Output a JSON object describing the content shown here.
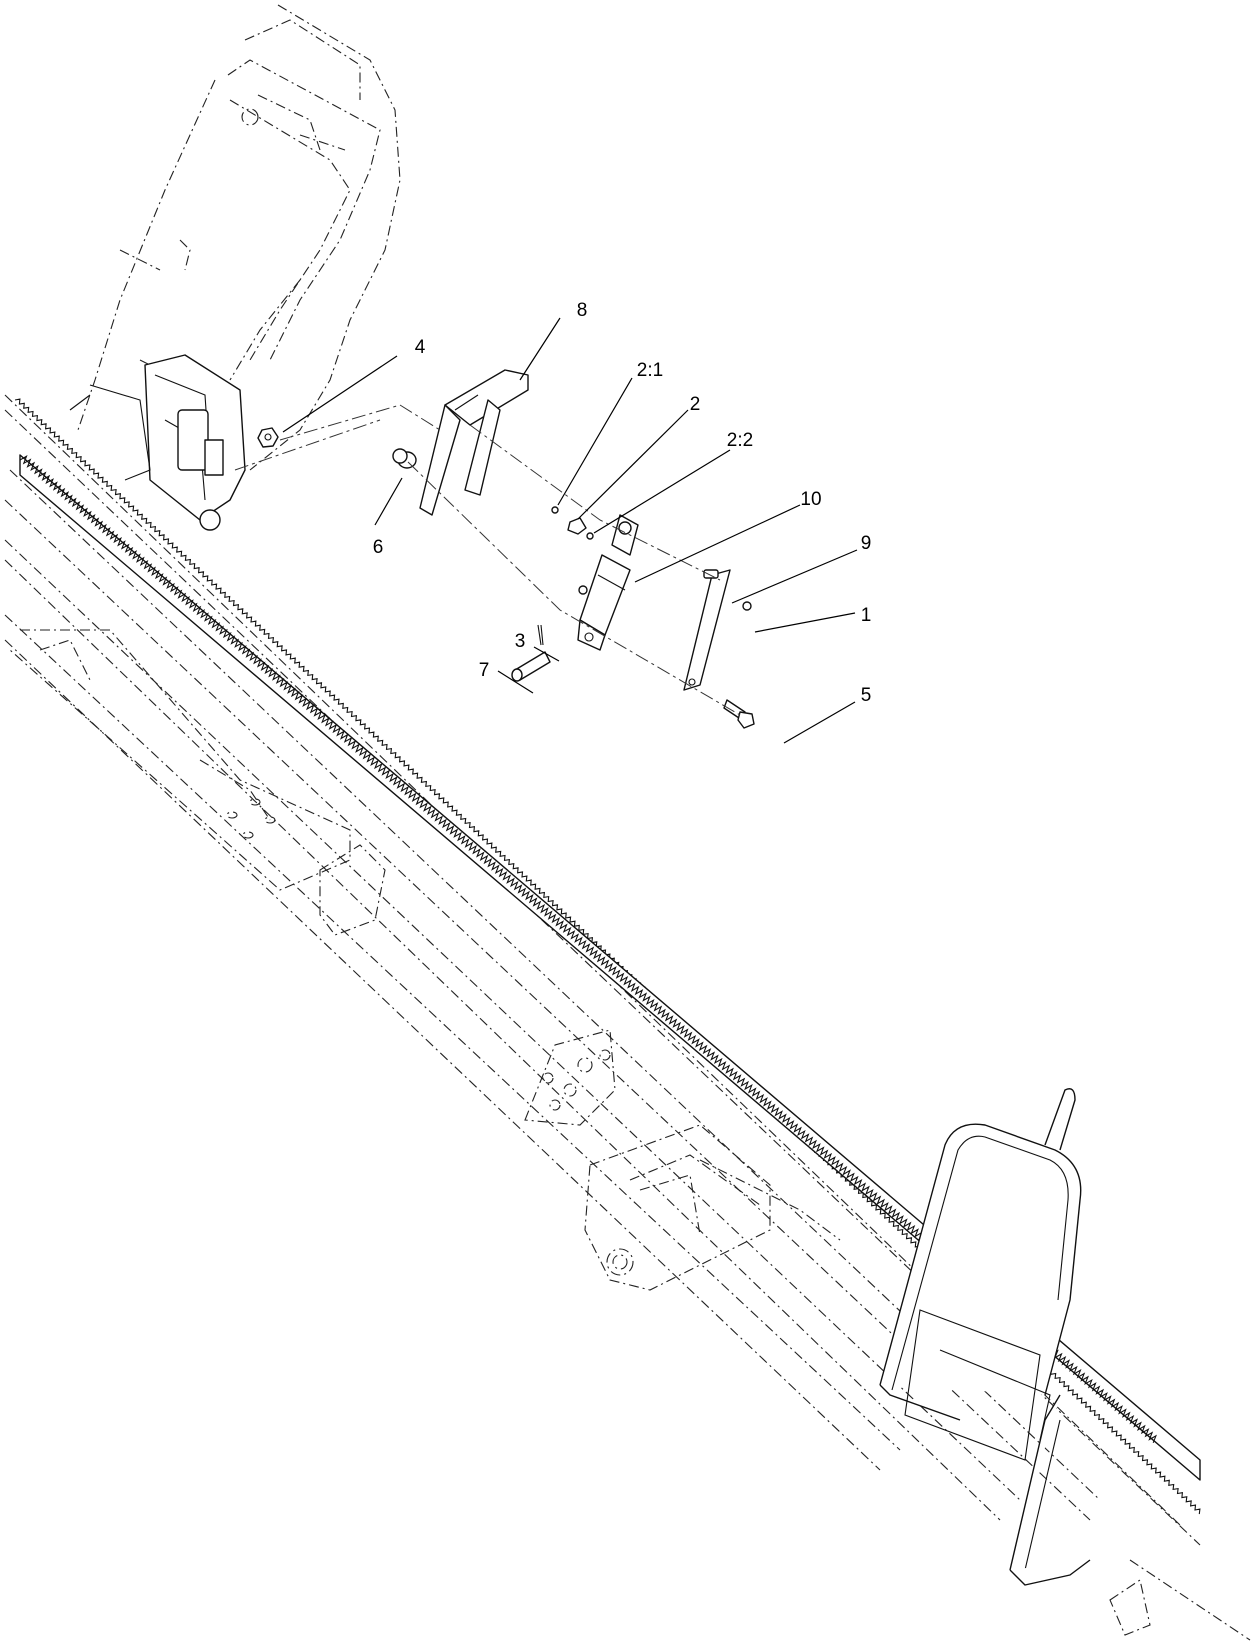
{
  "diagram": {
    "callouts": [
      {
        "id": "c8",
        "label": "8"
      },
      {
        "id": "c4",
        "label": "4"
      },
      {
        "id": "c21",
        "label": "2:1"
      },
      {
        "id": "c2",
        "label": "2"
      },
      {
        "id": "c22",
        "label": "2:2"
      },
      {
        "id": "c10",
        "label": "10"
      },
      {
        "id": "c9",
        "label": "9"
      },
      {
        "id": "c1",
        "label": "1"
      },
      {
        "id": "c6",
        "label": "6"
      },
      {
        "id": "c3",
        "label": "3"
      },
      {
        "id": "c7",
        "label": "7"
      },
      {
        "id": "c5",
        "label": "5"
      }
    ]
  }
}
